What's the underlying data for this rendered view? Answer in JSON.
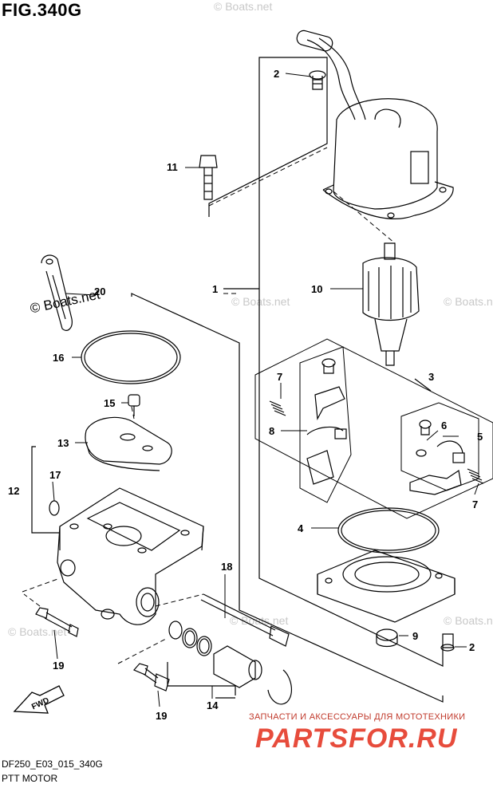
{
  "figure": {
    "title": "FIG.340G",
    "code": "DF250_E03_015_340G",
    "subtitle": "PTT MOTOR"
  },
  "watermarks": {
    "boats_main": "© Boats.net",
    "boats_faint": "© Boats.net"
  },
  "promo": {
    "tagline": "ЗАПЧАСТИ И АКСЕССУАРЫ ДЛЯ МОТОТЕХНИКИ",
    "site": "PARTSFOR.RU"
  },
  "callouts": {
    "c1": "1",
    "c2a": "2",
    "c2b": "2",
    "c3": "3",
    "c4": "4",
    "c5": "5",
    "c6": "6",
    "c7a": "7",
    "c7b": "7",
    "c8": "8",
    "c9": "9",
    "c10": "10",
    "c11": "11",
    "c12": "12",
    "c13": "13",
    "c14": "14",
    "c15": "15",
    "c16": "16",
    "c17": "17",
    "c18": "18",
    "c19a": "19",
    "c19b": "19",
    "c20": "20"
  },
  "fwd_label": "FWD"
}
